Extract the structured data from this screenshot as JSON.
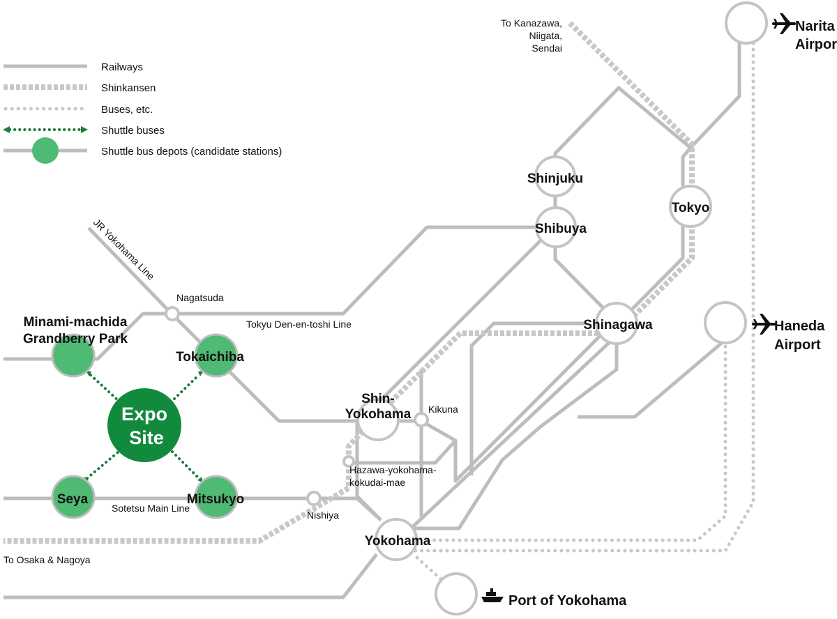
{
  "legend": {
    "railways": "Railways",
    "shinkansen": "Shinkansen",
    "buses": "Buses, etc.",
    "shuttle_buses": "Shuttle buses",
    "depots": "Shuttle bus depots (candidate stations)"
  },
  "lines": {
    "jr_yokohama": "JR Yokohama Line",
    "tokyu_den_en_toshi": "Tokyu Den-en-toshi Line",
    "sotetsu_main": "Sotetsu Main Line"
  },
  "destinations": {
    "kanazawa_1": "To Kanazawa,",
    "kanazawa_2": "Niigata,",
    "kanazawa_3": "Sendai",
    "osaka": "To Osaka & Nagoya"
  },
  "stations": {
    "shinjuku": "Shinjuku",
    "shibuya": "Shibuya",
    "tokyo": "Tokyo",
    "shinagawa": "Shinagawa",
    "shin_yokohama_1": "Shin-",
    "shin_yokohama_2": "Yokohama",
    "kikuna": "Kikuna",
    "hazawa_1": "Hazawa-yokohama-",
    "hazawa_2": "kokudai-mae",
    "nishiya": "Nishiya",
    "yokohama": "Yokohama",
    "nagatsuda": "Nagatsuda",
    "narita_1": "Narita",
    "narita_2": "Airport",
    "haneda_1": "Haneda",
    "haneda_2": "Airport",
    "port": "Port of Yokohama"
  },
  "depots": {
    "minami_1": "Minami-machida",
    "minami_2": "Grandberry Park",
    "tokaichiba": "Tokaichiba",
    "seya": "Seya",
    "mitsukyo": "Mitsukyo"
  },
  "expo": {
    "line1": "Expo",
    "line2": "Site"
  },
  "colors": {
    "depot": "#4fba74",
    "expo": "#128a3e",
    "shuttle": "#1a7d3a",
    "rail": "#bdbdbd"
  },
  "icons": {
    "narita": "airplane-icon",
    "haneda": "airplane-icon",
    "port": "ship-icon"
  }
}
